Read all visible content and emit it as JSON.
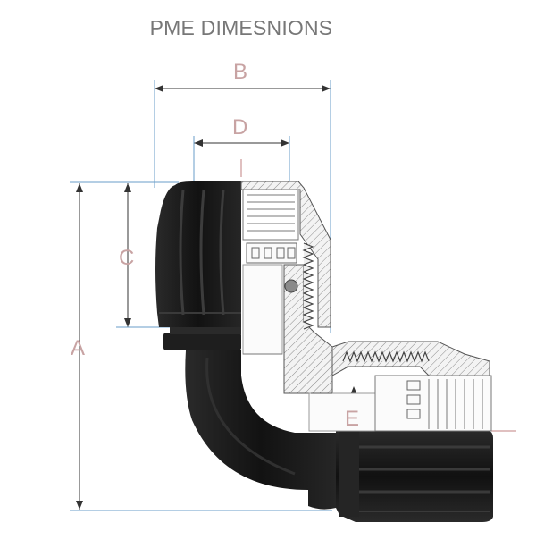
{
  "title": "PME DIMESNIONS",
  "dimensions": {
    "a": "A",
    "b": "B",
    "c": "C",
    "d": "D",
    "e": "E"
  },
  "colors": {
    "body_black": "#1b1b1b",
    "section_fill": "#f1f1f1",
    "hatch": "#8a8a8a",
    "dimension_line": "#333333",
    "extension_line": "#6a9ec8",
    "label": "#c8a3a3",
    "seal_ring": "#777777"
  }
}
